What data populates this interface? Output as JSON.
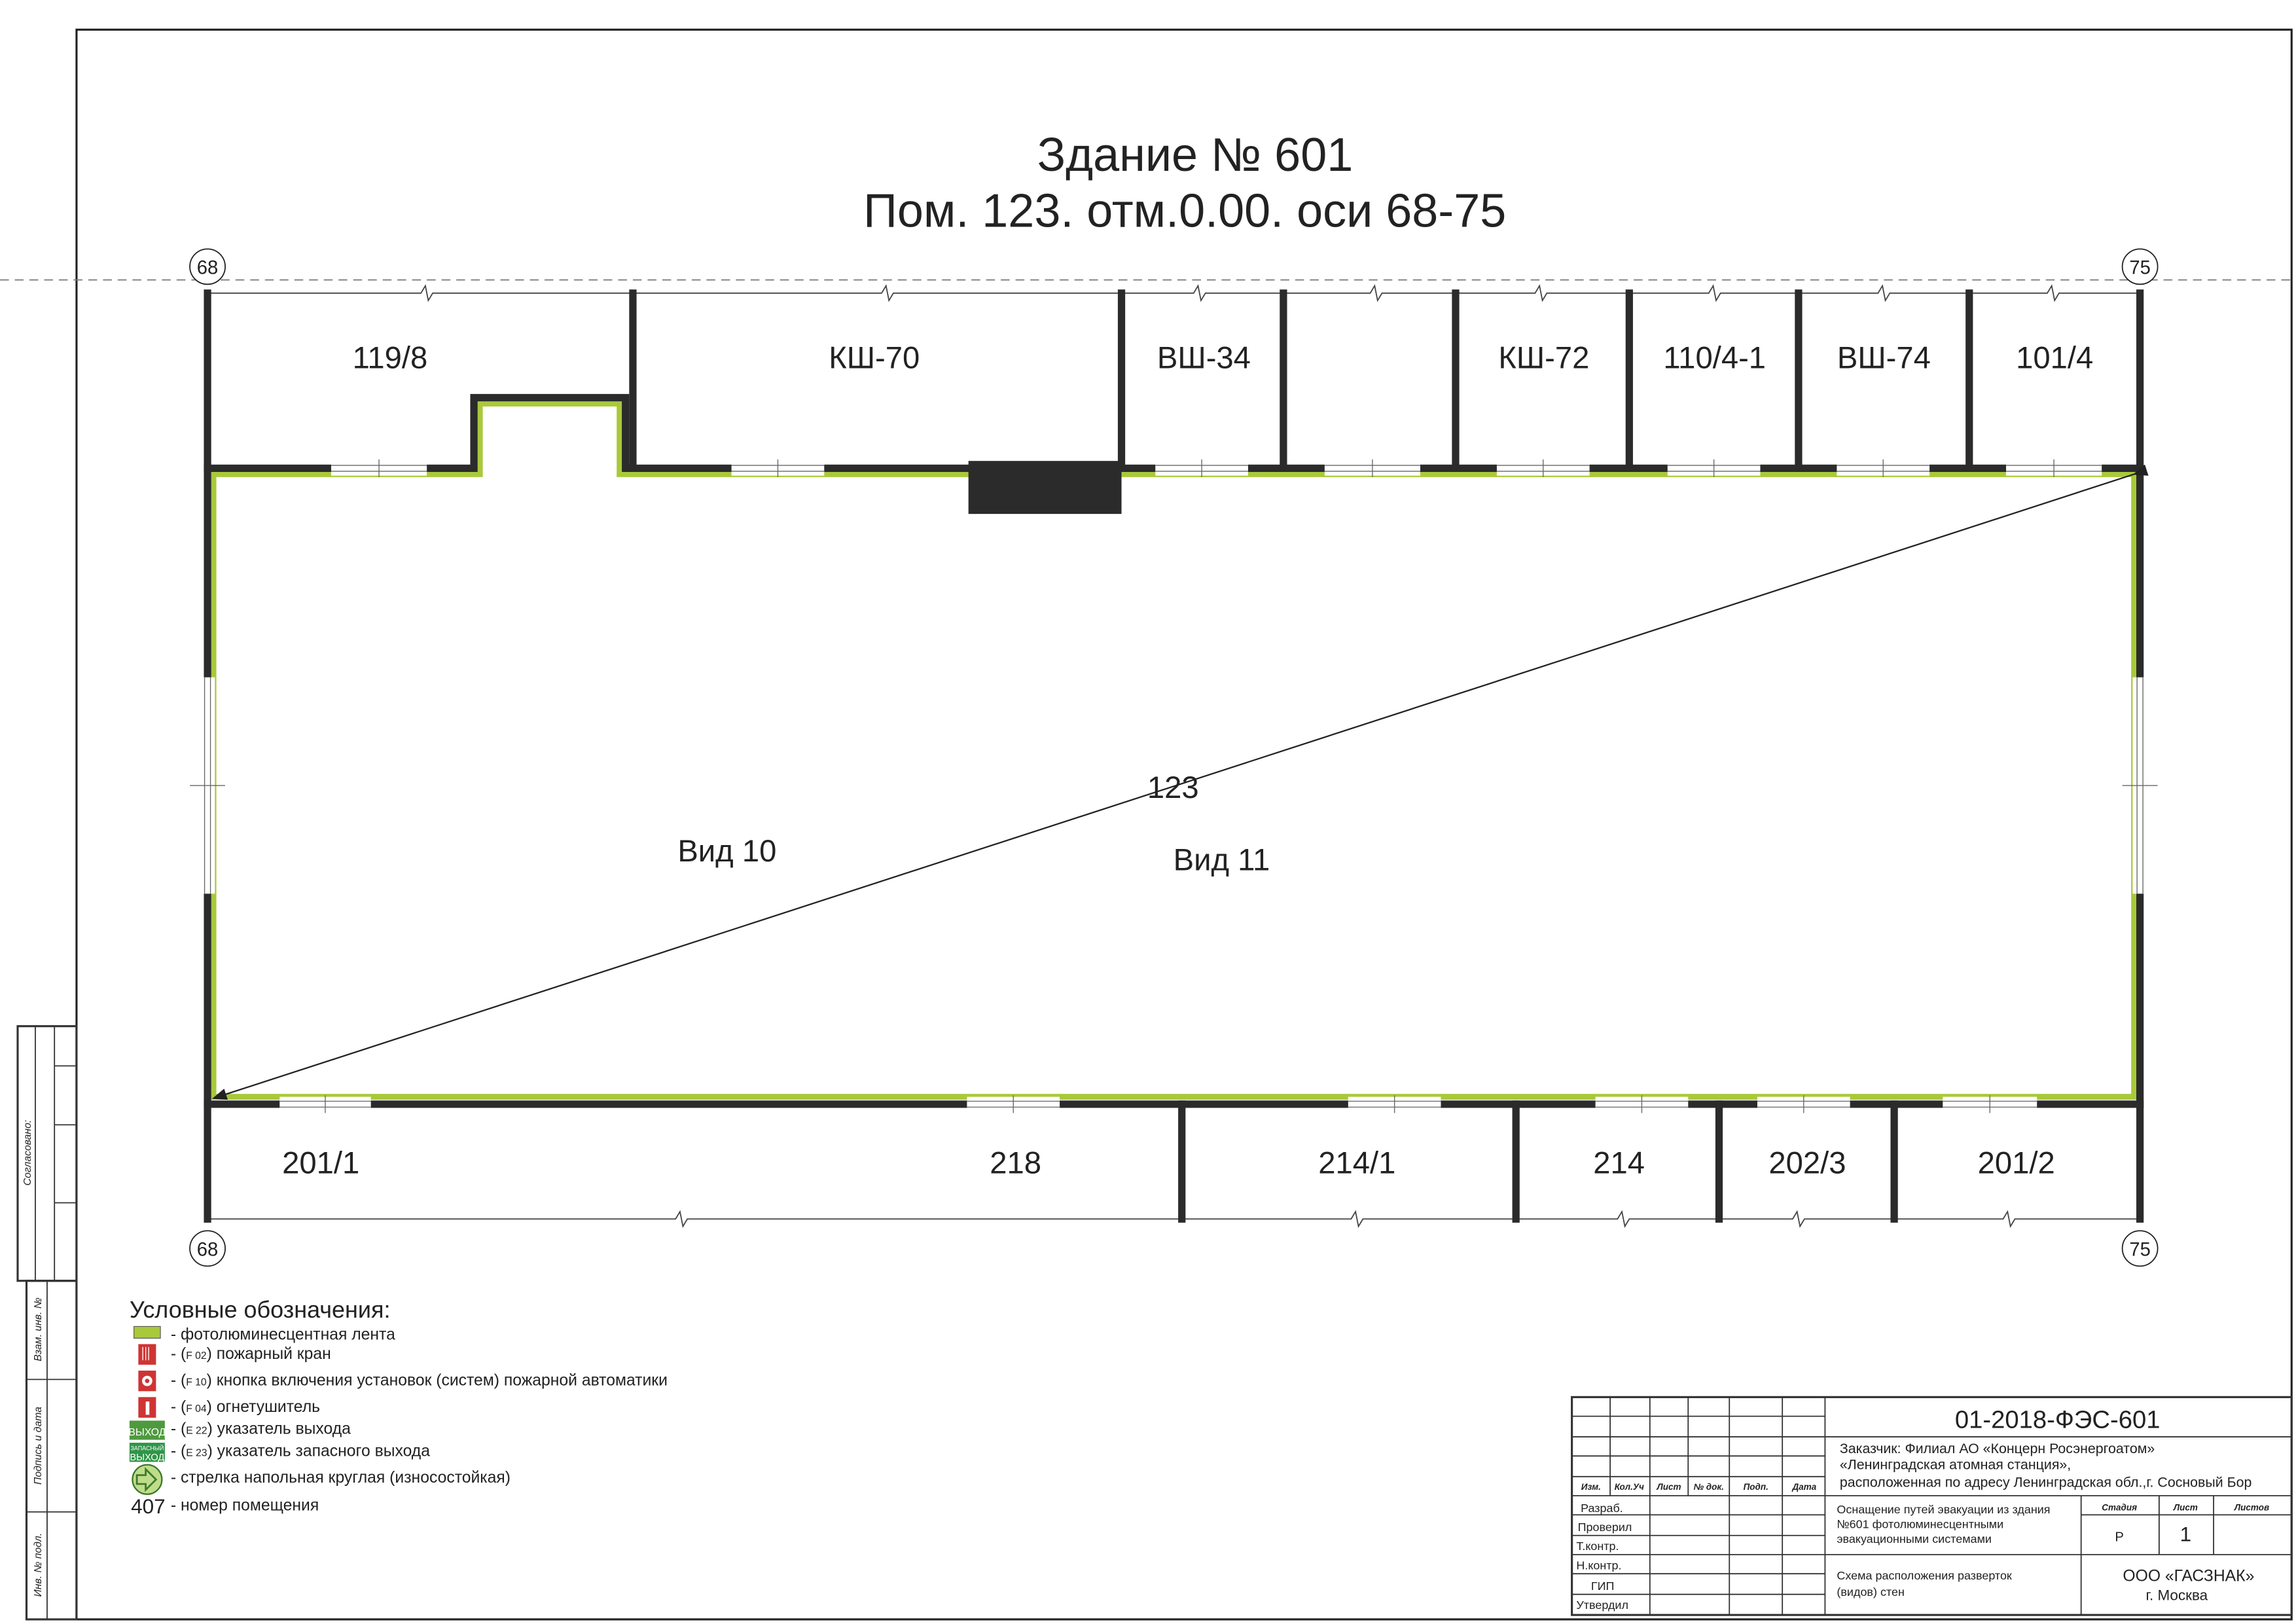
{
  "title": {
    "line1": "Здание № 601",
    "line2": "Пом. 123. отм.0.00. оси 68-75"
  },
  "axes": {
    "left": "68",
    "right": "75"
  },
  "rooms_top": [
    "119/8",
    "КШ-70",
    "ВШ-34",
    "КШ-72",
    "110/4-1",
    "ВШ-74",
    "101/4"
  ],
  "rooms_bottom": [
    "201/1",
    "218",
    "214/1",
    "214",
    "202/3",
    "201/2"
  ],
  "main_room": {
    "number": "123",
    "view_a": "Вид 10",
    "view_b": "Вид 11"
  },
  "legend": {
    "title": "Условные обозначения:",
    "items": [
      {
        "icon": "photoluminescent-tape",
        "code": "",
        "label": "- фотолюминесцентная лента"
      },
      {
        "icon": "fire-hydrant-sign",
        "code": "F 02",
        "label": "пожарный кран"
      },
      {
        "icon": "fire-alarm-button-sign",
        "code": "F 10",
        "label": "кнопка включения установок (систем) пожарной автоматики"
      },
      {
        "icon": "extinguisher-sign",
        "code": "F 04",
        "label": "огнетушитель"
      },
      {
        "icon": "exit-sign",
        "code": "E 22",
        "label": "указатель выхода",
        "sign_text": "ВЫХОД"
      },
      {
        "icon": "emergency-exit-sign",
        "code": "E 23",
        "label": "указатель запасного выхода",
        "sign_text_top": "ЗАПАСНЫЙ",
        "sign_text_bottom": "ВЫХОД"
      },
      {
        "icon": "floor-arrow-sign",
        "code": "",
        "label": "- стрелка напольная круглая (износостойкая)"
      },
      {
        "icon": "room-number",
        "code": "407",
        "label": "- номер помещения"
      }
    ]
  },
  "stamp": {
    "code": "01-2018-ФЭС-601",
    "customer": [
      "Заказчик: Филиал АО «Концерн Росэнергоатом»",
      "«Ленинградская атомная станция»,",
      "расположенная по адресу Ленинградская обл.,г. Сосновый Бор"
    ],
    "headers": [
      "Изм.",
      "Кол.Уч",
      "Лист",
      "№ док.",
      "Подп.",
      "Дата"
    ],
    "roles": [
      "Разраб.",
      "Проверил",
      "Т.контр.",
      "Н.контр.",
      "ГИП",
      "Утвердил"
    ],
    "project": [
      "Оснащение путей эвакуации из здания",
      "№601  фотолюминесцентными",
      "эвакуационными системами"
    ],
    "stage_headers": [
      "Стадия",
      "Лист",
      "Листов"
    ],
    "stage": "Р",
    "sheet": "1",
    "sheets": "",
    "drawing": [
      "Схема расположения разверток",
      "(видов) стен"
    ],
    "company": [
      "ООО «ГАСЗНАК»",
      "г. Москва"
    ]
  },
  "side_stamp": {
    "agreed": "Согласовано:",
    "replace_inv": "Взам. инв. №",
    "sign_date": "Подпись и дата",
    "inv_orig": "Инв. № подл."
  }
}
